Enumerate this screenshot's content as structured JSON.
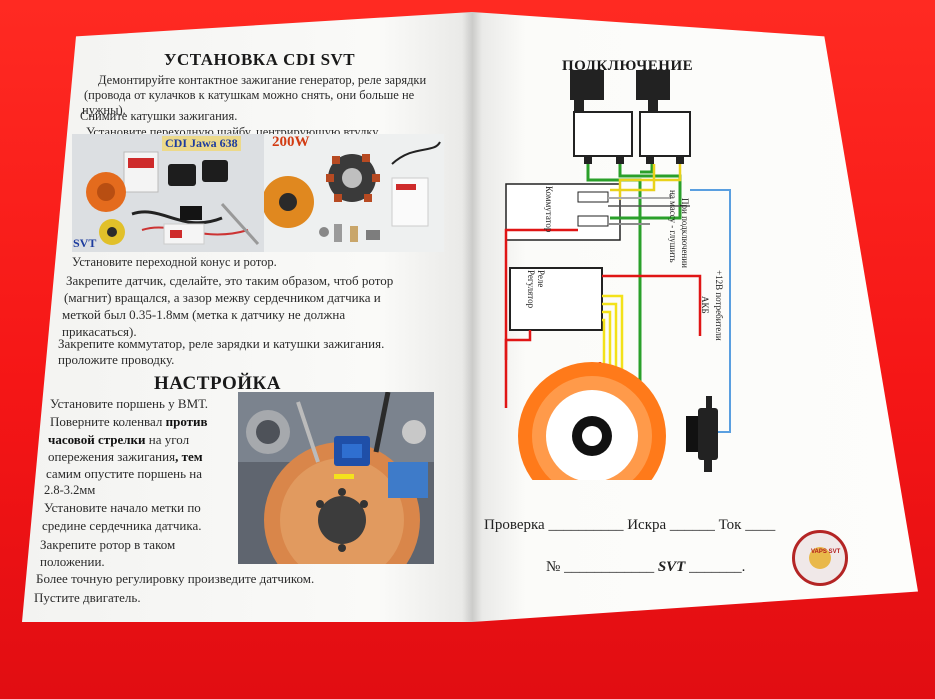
{
  "left_page": {
    "install_title": "УСТАНОВКА CDI SVT",
    "install_lines": [
      "Демонтируйте контактное зажигание генератор, реле зарядки",
      "(провода от кулачков к катушкам можно снять, они больше не",
      "нужны).",
      "Снимите  катушки зажигания.",
      "Установите переходную шайбу, центрирующую втулку."
    ],
    "photo_labels": {
      "cdi": "CDI Jawa 638",
      "power": "200W",
      "svt": "SVT"
    },
    "install_lines_2": [
      "Установите переходной конус и ротор.",
      "Закрепите датчик, сделайте, это таким образом, чтоб ротор",
      "(магнит) вращался, а зазор межву сердечником датчика и",
      "меткой был 0.35-1.8мм  (метка к датчику не должна",
      "прикасаться).",
      "Закрепите коммутатор, реле зарядки и катушки зажигания.",
      "проложите проводку."
    ],
    "setup_title": "НАСТРОЙКА",
    "setup_line1": "Установите поршень у ВМТ.",
    "setup_line2a": "Поверните коленвал ",
    "setup_line2b": "против",
    "setup_line3a": "часовой стрелки",
    "setup_line3b": " на  угол",
    "setup_line4a": "опережения зажигания",
    "setup_line4b": ", тем",
    "setup_line5": "самим опустите поршень на",
    "setup_line6": "2.8-3.2мм",
    "setup_line7": "Установите начало метки по",
    "setup_line8": "средине сердечника датчика.",
    "setup_line9": "Закрепите ротор в таком",
    "setup_line10": "положении.",
    "setup_line11": "Более точную регулировку произведите датчиком.",
    "setup_line12": "Пустите двигатель."
  },
  "right_page": {
    "connect_title": "ПОДКЛЮЧЕНИЕ",
    "commutator_label": "Коммутатор",
    "regulator_label": "Реле Регулятор",
    "ground_note_1": "При подключении",
    "ground_note_2": "на массу - глушить",
    "power_note_1": "+12В потребители",
    "power_note_2": "АКБ",
    "form_check": "Проверка",
    "form_spark": "Искра",
    "form_current": "Ток",
    "form_number": "№",
    "form_svt": "SVT",
    "badge_text": "VAPS SVT"
  },
  "colors": {
    "background": "#f11f1f",
    "wire_red": "#e01515",
    "wire_green": "#2aa02a",
    "wire_yellow": "#f3e21a",
    "wire_blue": "#5a9fe0",
    "stator_orange": "#ff7a1a"
  }
}
